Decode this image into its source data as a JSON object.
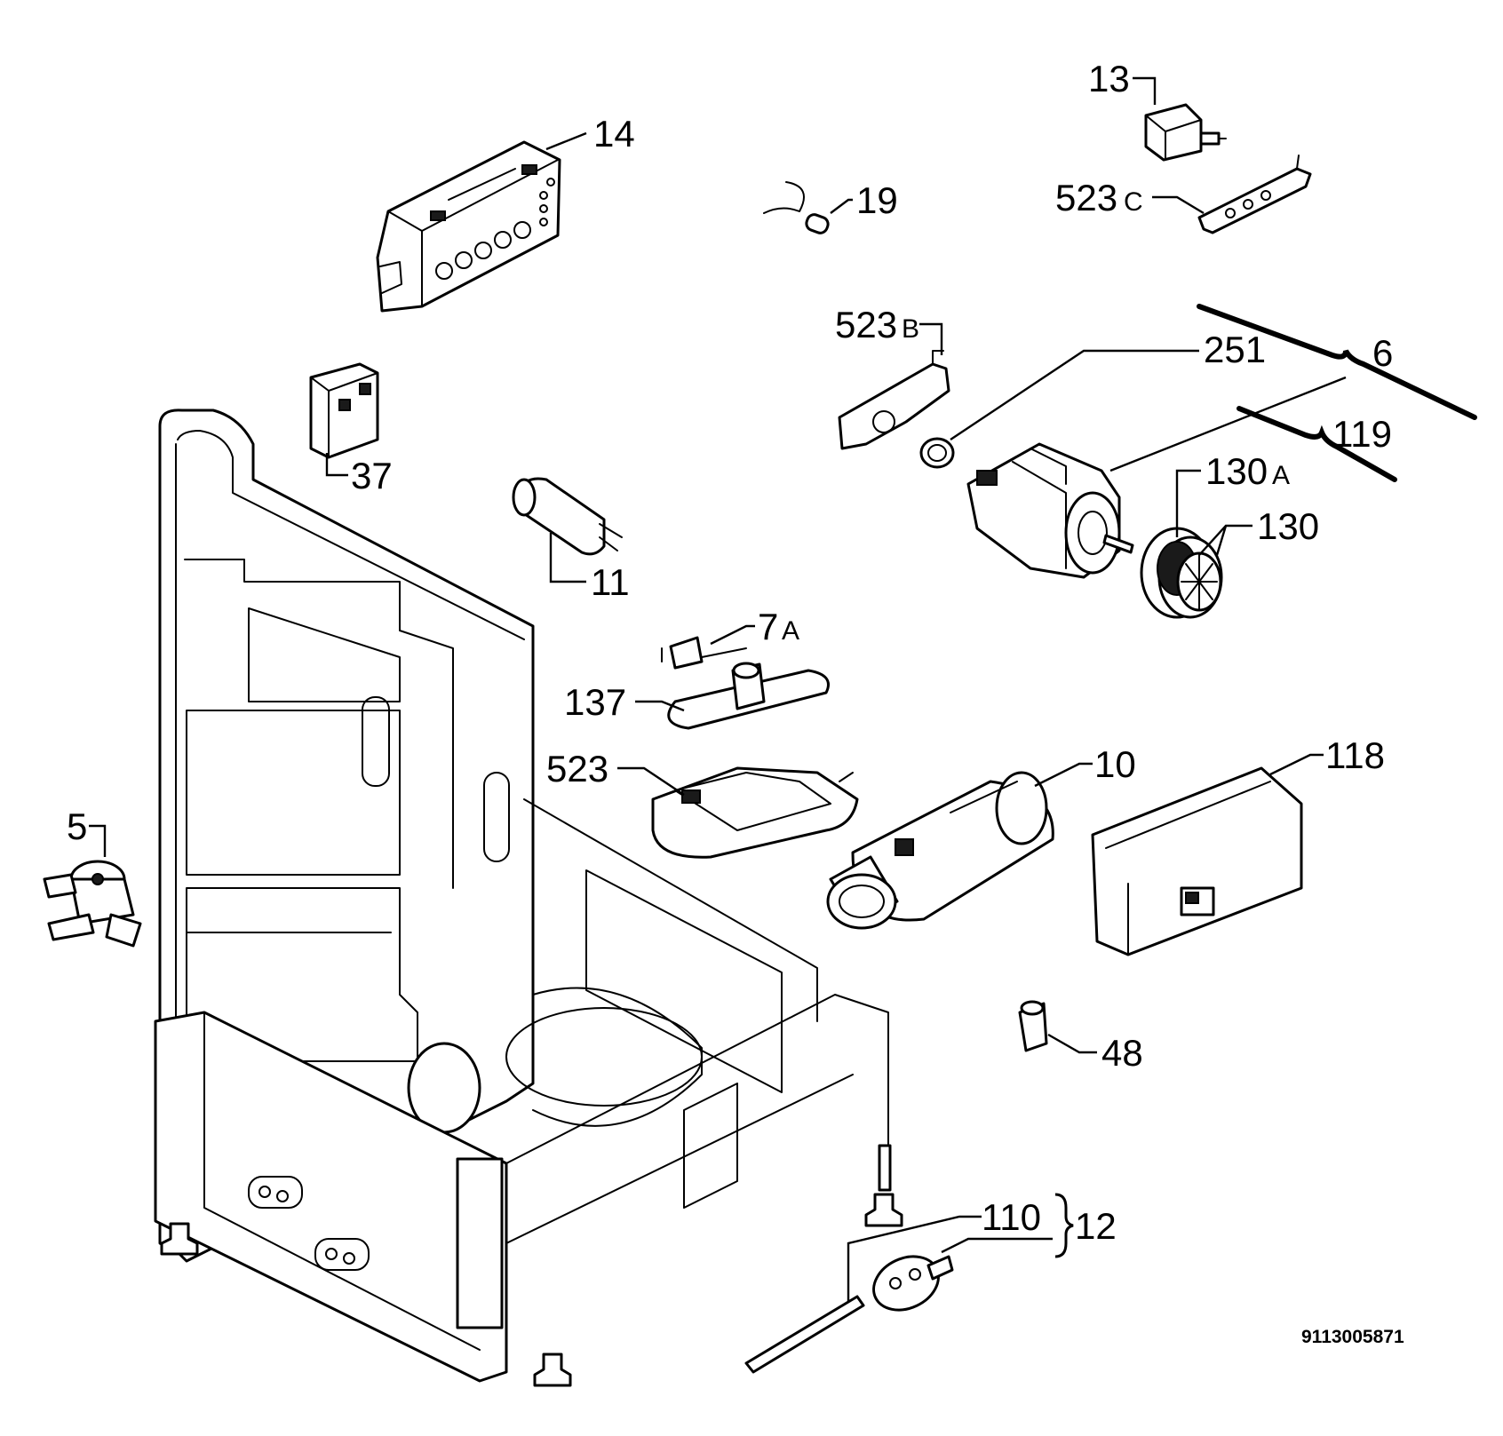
{
  "labels": {
    "p13": "13",
    "p14": "14",
    "p19": "19",
    "p523c_num": "523",
    "p523c_suf": "C",
    "p523b_num": "523",
    "p523b_suf": "B",
    "p251": "251",
    "p6": "6",
    "p119": "119",
    "p130a_num": "130",
    "p130a_suf": "A",
    "p130": "130",
    "p37": "37",
    "p11": "11",
    "p7a_num": "7",
    "p7a_suf": "A",
    "p137": "137",
    "p523": "523",
    "p10": "10",
    "p118": "118",
    "p5": "5",
    "p48": "48",
    "p110": "110",
    "p12": "12"
  },
  "reference_number": "9113005871"
}
